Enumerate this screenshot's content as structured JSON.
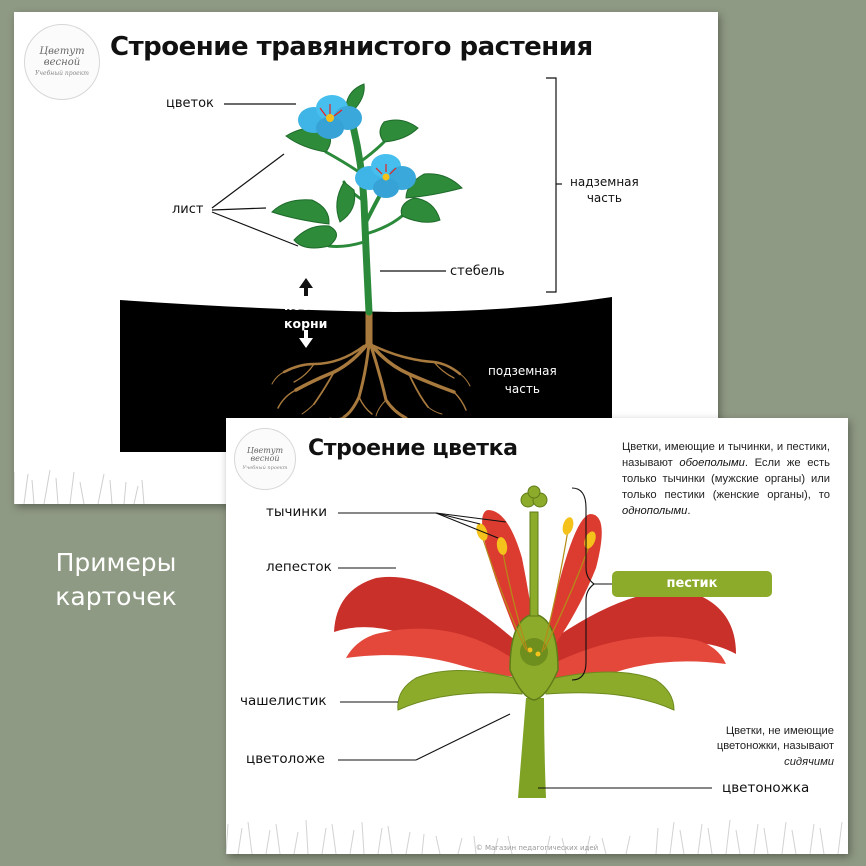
{
  "card1": {
    "logo": {
      "script_text": "Цветут весной",
      "small_text": "Учебный проект"
    },
    "title": "Строение травянистого растения",
    "labels": {
      "flower": "цветок",
      "leaf": "лист",
      "stem": "стебель",
      "above_ground": "надземная\nчасть",
      "shoot": "побег",
      "roots": "корни",
      "underground": "подземная\nчасть"
    }
  },
  "card2": {
    "logo": {
      "script_text": "Цветут весной",
      "small_text": "Учебный проект"
    },
    "title": "Строение цветка",
    "paragraph": {
      "part1": "Цветки, имеющие и тычинки, и пестики, называют ",
      "term1": "обоеполыми",
      "part2": ". Если же есть только тычинки (мужские органы) или только пестики (женские органы), то ",
      "term2": "однополыми",
      "part3": "."
    },
    "labels": {
      "stamens": "тычинки",
      "petal": "лепесток",
      "pistil": "пестик",
      "sepal": "чашелистик",
      "receptacle": "цветоложе",
      "pedicel": "цветоножка"
    },
    "paragraph2": {
      "part1": "Цветки, не имеющие цветоножки, называют ",
      "term": "сидячими"
    },
    "copyright": "© Магазин педагогических идей"
  },
  "caption": "Примеры\nкарточек",
  "colors": {
    "background": "#8f9a84",
    "soil": "#000000",
    "leaf_green": "#2e8b3a",
    "flower_blue": "#3fb4e6",
    "petal_red": "#d9352c",
    "pistil_green": "#8cab2b",
    "stamen_yellow": "#f4c21b",
    "root_brown": "#a87a3e"
  }
}
